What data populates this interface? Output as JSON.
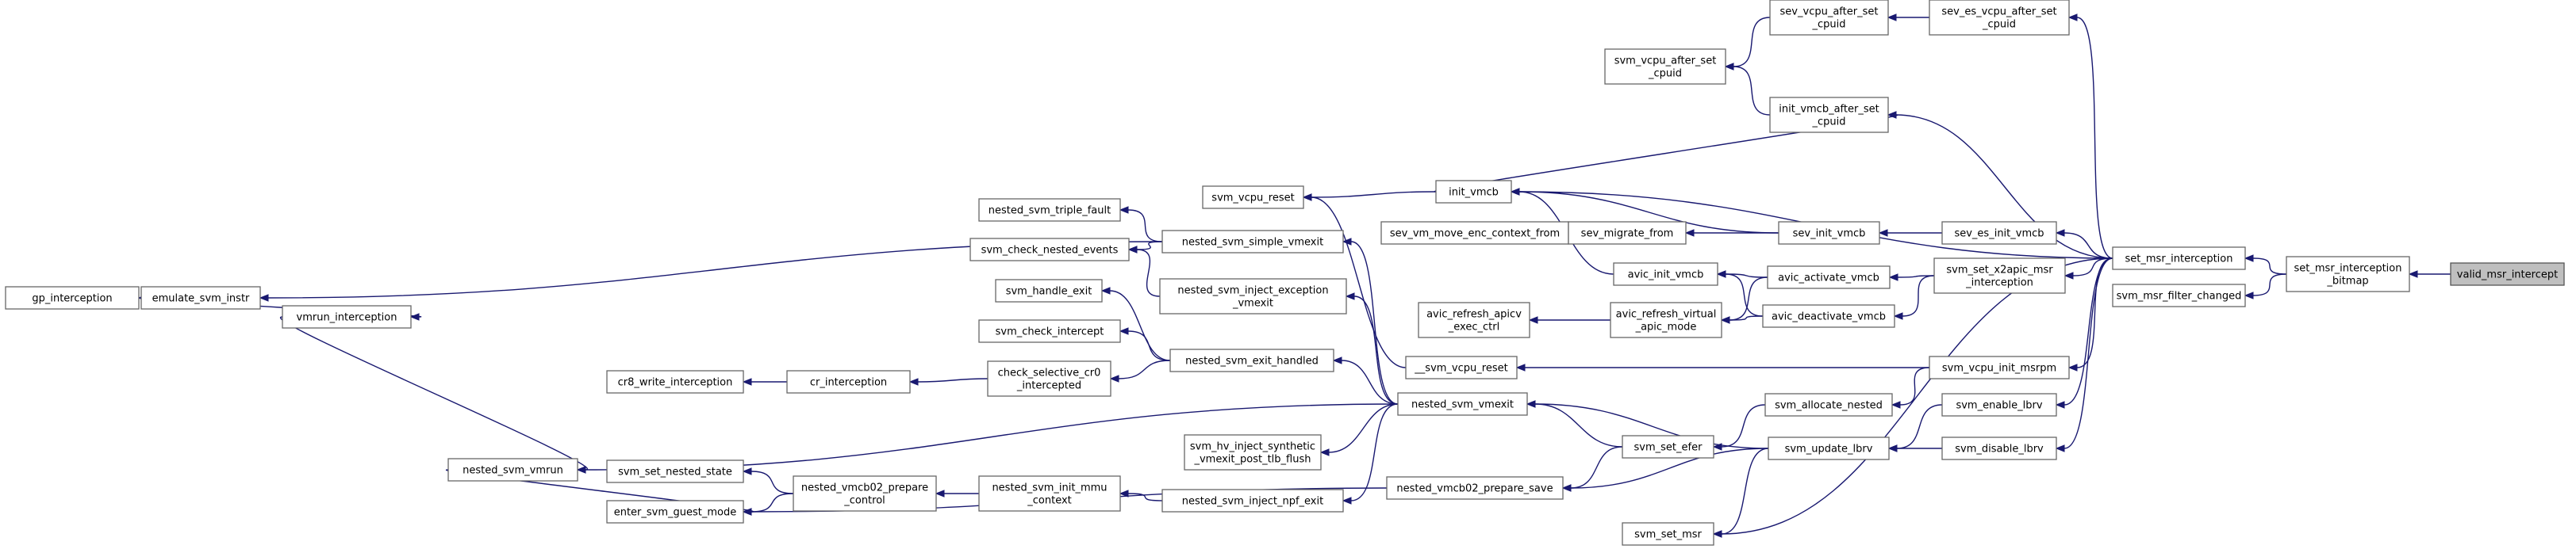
{
  "graph": {
    "title": "",
    "focus_node": "valid_msr_intercept",
    "colors": {
      "edge": "#191970",
      "node_fill": "#ffffff",
      "focus_fill": "#bfbfbf",
      "node_border": "#666666"
    },
    "nodes": [
      {
        "id": "gp",
        "lines": [
          "gp_interception"
        ]
      },
      {
        "id": "emu",
        "lines": [
          "emulate_svm_instr"
        ]
      },
      {
        "id": "vmrun_int",
        "lines": [
          "vmrun_interception"
        ]
      },
      {
        "id": "nested_vmrun",
        "lines": [
          "nested_svm_vmrun"
        ]
      },
      {
        "id": "cr8",
        "lines": [
          "cr8_write_interception"
        ]
      },
      {
        "id": "cr",
        "lines": [
          "cr_interception"
        ]
      },
      {
        "id": "set_nested",
        "lines": [
          "svm_set_nested_state"
        ]
      },
      {
        "id": "guest_mode",
        "lines": [
          "enter_svm_guest_mode"
        ]
      },
      {
        "id": "triple",
        "lines": [
          "nested_svm_triple_fault"
        ]
      },
      {
        "id": "check_nested",
        "lines": [
          "svm_check_nested_events"
        ]
      },
      {
        "id": "handle_exit",
        "lines": [
          "svm_handle_exit"
        ]
      },
      {
        "id": "check_int",
        "lines": [
          "svm_check_intercept"
        ]
      },
      {
        "id": "check_sel",
        "lines": [
          "check_selective_cr0",
          "_intercepted"
        ]
      },
      {
        "id": "prep_ctrl",
        "lines": [
          "nested_vmcb02_prepare",
          "_control"
        ]
      },
      {
        "id": "mmu",
        "lines": [
          "nested_svm_init_mmu",
          "_context"
        ]
      },
      {
        "id": "vcpu_reset",
        "lines": [
          "svm_vcpu_reset"
        ]
      },
      {
        "id": "simple_vmexit",
        "lines": [
          "nested_svm_simple_vmexit"
        ]
      },
      {
        "id": "inj_exc",
        "lines": [
          "nested_svm_inject_exception",
          "_vmexit"
        ]
      },
      {
        "id": "exit_handled",
        "lines": [
          "nested_svm_exit_handled"
        ]
      },
      {
        "id": "vmexit",
        "lines": [
          "nested_svm_vmexit"
        ]
      },
      {
        "id": "hv_inject",
        "lines": [
          "svm_hv_inject_synthetic",
          "_vmexit_post_tlb_flush"
        ]
      },
      {
        "id": "npf",
        "lines": [
          "nested_svm_inject_npf_exit"
        ]
      },
      {
        "id": "move_enc",
        "lines": [
          "sev_vm_move_enc_context_from"
        ]
      },
      {
        "id": "apicv",
        "lines": [
          "avic_refresh_apicv",
          "_exec_ctrl"
        ]
      },
      {
        "id": "prep_save",
        "lines": [
          "nested_vmcb02_prepare_save"
        ]
      },
      {
        "id": "init_vmcb",
        "lines": [
          "init_vmcb"
        ]
      },
      {
        "id": "migrate",
        "lines": [
          "sev_migrate_from"
        ]
      },
      {
        "id": "avic_init",
        "lines": [
          "avic_init_vmcb"
        ]
      },
      {
        "id": "refresh_virt",
        "lines": [
          "avic_refresh_virtual",
          "_apic_mode"
        ]
      },
      {
        "id": "__reset",
        "lines": [
          "__svm_vcpu_reset"
        ]
      },
      {
        "id": "set_efer",
        "lines": [
          "svm_set_efer"
        ]
      },
      {
        "id": "set_msr",
        "lines": [
          "svm_set_msr"
        ]
      },
      {
        "id": "vcpu_after",
        "lines": [
          "svm_vcpu_after_set",
          "_cpuid"
        ]
      },
      {
        "id": "sev_after",
        "lines": [
          "sev_vcpu_after_set",
          "_cpuid"
        ]
      },
      {
        "id": "init_after",
        "lines": [
          "init_vmcb_after_set",
          "_cpuid"
        ]
      },
      {
        "id": "sev_init",
        "lines": [
          "sev_init_vmcb"
        ]
      },
      {
        "id": "avic_act",
        "lines": [
          "avic_activate_vmcb"
        ]
      },
      {
        "id": "avic_deact",
        "lines": [
          "avic_deactivate_vmcb"
        ]
      },
      {
        "id": "alloc_nested",
        "lines": [
          "svm_allocate_nested"
        ]
      },
      {
        "id": "update_lbrv",
        "lines": [
          "svm_update_lbrv"
        ]
      },
      {
        "id": "sev_es_after",
        "lines": [
          "sev_es_vcpu_after_set",
          "_cpuid"
        ]
      },
      {
        "id": "sev_es_init",
        "lines": [
          "sev_es_init_vmcb"
        ]
      },
      {
        "id": "x2apic",
        "lines": [
          "svm_set_x2apic_msr",
          "_interception"
        ]
      },
      {
        "id": "init_msrpm",
        "lines": [
          "svm_vcpu_init_msrpm"
        ]
      },
      {
        "id": "enable_lbrv",
        "lines": [
          "svm_enable_lbrv"
        ]
      },
      {
        "id": "disable_lbrv",
        "lines": [
          "svm_disable_lbrv"
        ]
      },
      {
        "id": "set_msr_int",
        "lines": [
          "set_msr_interception"
        ]
      },
      {
        "id": "filter",
        "lines": [
          "svm_msr_filter_changed"
        ]
      },
      {
        "id": "bitmap",
        "lines": [
          "set_msr_interception",
          "_bitmap"
        ]
      },
      {
        "id": "valid",
        "lines": [
          "valid_msr_intercept"
        ]
      }
    ]
  }
}
